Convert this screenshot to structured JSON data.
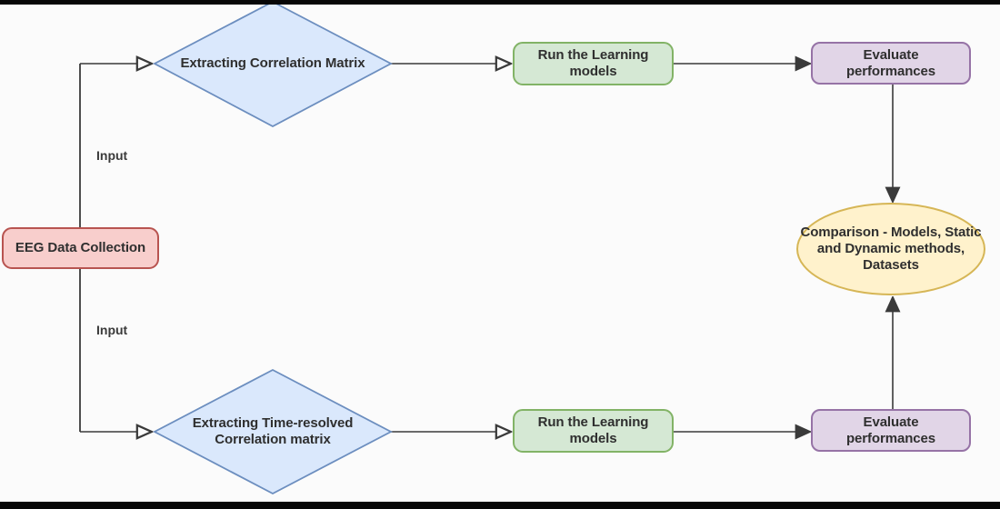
{
  "diagram": {
    "background_color": "#fbfbfb",
    "letterbox_color": "#070707",
    "edge_color": "#3a3a3a",
    "nodes": {
      "eeg": {
        "label": "EEG Data Collection",
        "shape": "rounded-rect",
        "fill": "#f8cecc",
        "stroke": "#b85450"
      },
      "diamond_top": {
        "label": "Extracting Correlation Matrix",
        "shape": "diamond",
        "fill": "#dae8fc",
        "stroke": "#6c8ebf"
      },
      "diamond_bottom": {
        "label": "Extracting Time-resolved Correlation matrix",
        "shape": "diamond",
        "fill": "#dae8fc",
        "stroke": "#6c8ebf"
      },
      "run_top": {
        "label": "Run the Learning models",
        "shape": "rounded-rect",
        "fill": "#d5e8d4",
        "stroke": "#82b366"
      },
      "run_bottom": {
        "label": "Run the Learning models",
        "shape": "rounded-rect",
        "fill": "#d5e8d4",
        "stroke": "#82b366"
      },
      "eval_top": {
        "label": "Evaluate performances",
        "shape": "rounded-rect",
        "fill": "#e1d5e7",
        "stroke": "#9673a6"
      },
      "eval_bottom": {
        "label": "Evaluate performances",
        "shape": "rounded-rect",
        "fill": "#e1d5e7",
        "stroke": "#9673a6"
      },
      "comparison": {
        "label": "Comparison - Models, Static and Dynamic methods, Datasets",
        "shape": "ellipse",
        "fill": "#fff2cc",
        "stroke": "#d6b656"
      }
    },
    "edge_labels": {
      "input_top": "Input",
      "input_bottom": "Input"
    }
  }
}
